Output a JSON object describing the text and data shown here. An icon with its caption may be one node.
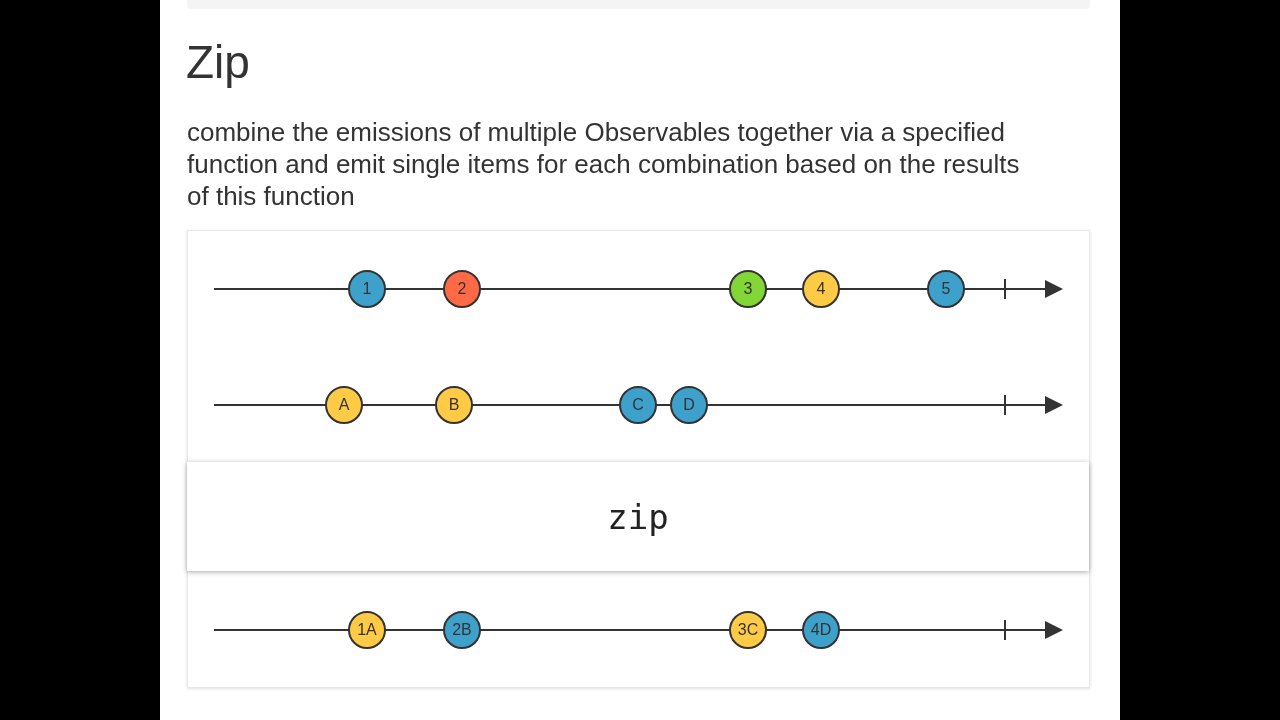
{
  "diagram": {
    "title": "Zip",
    "nodes": [
      {
        "text": [
          "1"
        ]
      },
      {
        "text": [
          "2"
        ]
      },
      {
        "text": [
          "3"
        ]
      },
      {
        "text": [
          "4"
        ]
      },
      {
        "text": [
          "5"
        ]
      },
      {
        "text": [
          "A"
        ]
      },
      {
        "text": [
          "B"
        ]
      },
      {
        "text": [
          "C"
        ]
      },
      {
        "text": [
          "D"
        ]
      },
      {
        "text": [
          "zip"
        ]
      },
      {
        "text": [
          "1A"
        ]
      },
      {
        "text": [
          "2B"
        ]
      },
      {
        "text": [
          "3C"
        ]
      },
      {
        "text": [
          "4D"
        ]
      }
    ],
    "labels": [
      "combine the emissions of multiple Observables together via a specified function and emit single items for each combination based on the results of this function"
    ]
  }
}
